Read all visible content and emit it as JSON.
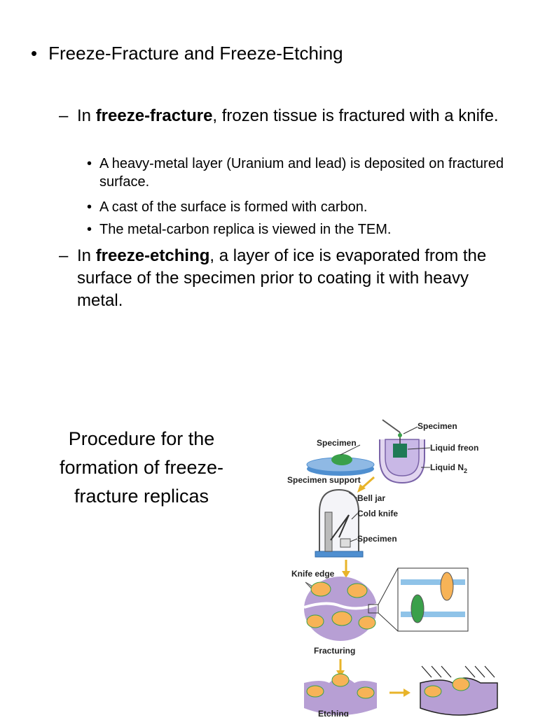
{
  "heading": "Freeze-Fracture and Freeze-Etching",
  "bullet_symbol": "•",
  "dash_symbol": "–",
  "freeze_fracture": {
    "prefix": "In ",
    "term": "freeze-fracture",
    "rest": ", frozen tissue is fractured with a knife."
  },
  "sub_points": [
    "A heavy-metal layer (Uranium and lead) is deposited on fractured surface.",
    "A cast of the surface is formed with carbon.",
    "The metal-carbon replica is viewed in the TEM."
  ],
  "freeze_etching": {
    "prefix": "In ",
    "term": "freeze-etching",
    "rest": ", a layer of ice is evaporated from the surface of the specimen prior to coating it with heavy metal."
  },
  "caption": "Procedure for the formation of freeze-fracture replicas",
  "figure": {
    "labels": {
      "specimen_top": "Specimen",
      "specimen_left": "Specimen",
      "liquid_freon": "Liquid freon",
      "liquid_n2": "Liquid N",
      "liquid_n2_sub": "2",
      "specimen_support": "Specimen support",
      "bell_jar": "Bell jar",
      "cold_knife": "Cold knife",
      "specimen_jar": "Specimen",
      "knife_edge": "Knife edge",
      "fracturing": "Fracturing",
      "etching": "Etching"
    },
    "colors": {
      "purple": "#b79fd4",
      "orange": "#f7b357",
      "green": "#3aa04a",
      "blue": "#4f8fd0",
      "arrow": "#e8b42a",
      "teal": "#2d8a6a"
    }
  }
}
